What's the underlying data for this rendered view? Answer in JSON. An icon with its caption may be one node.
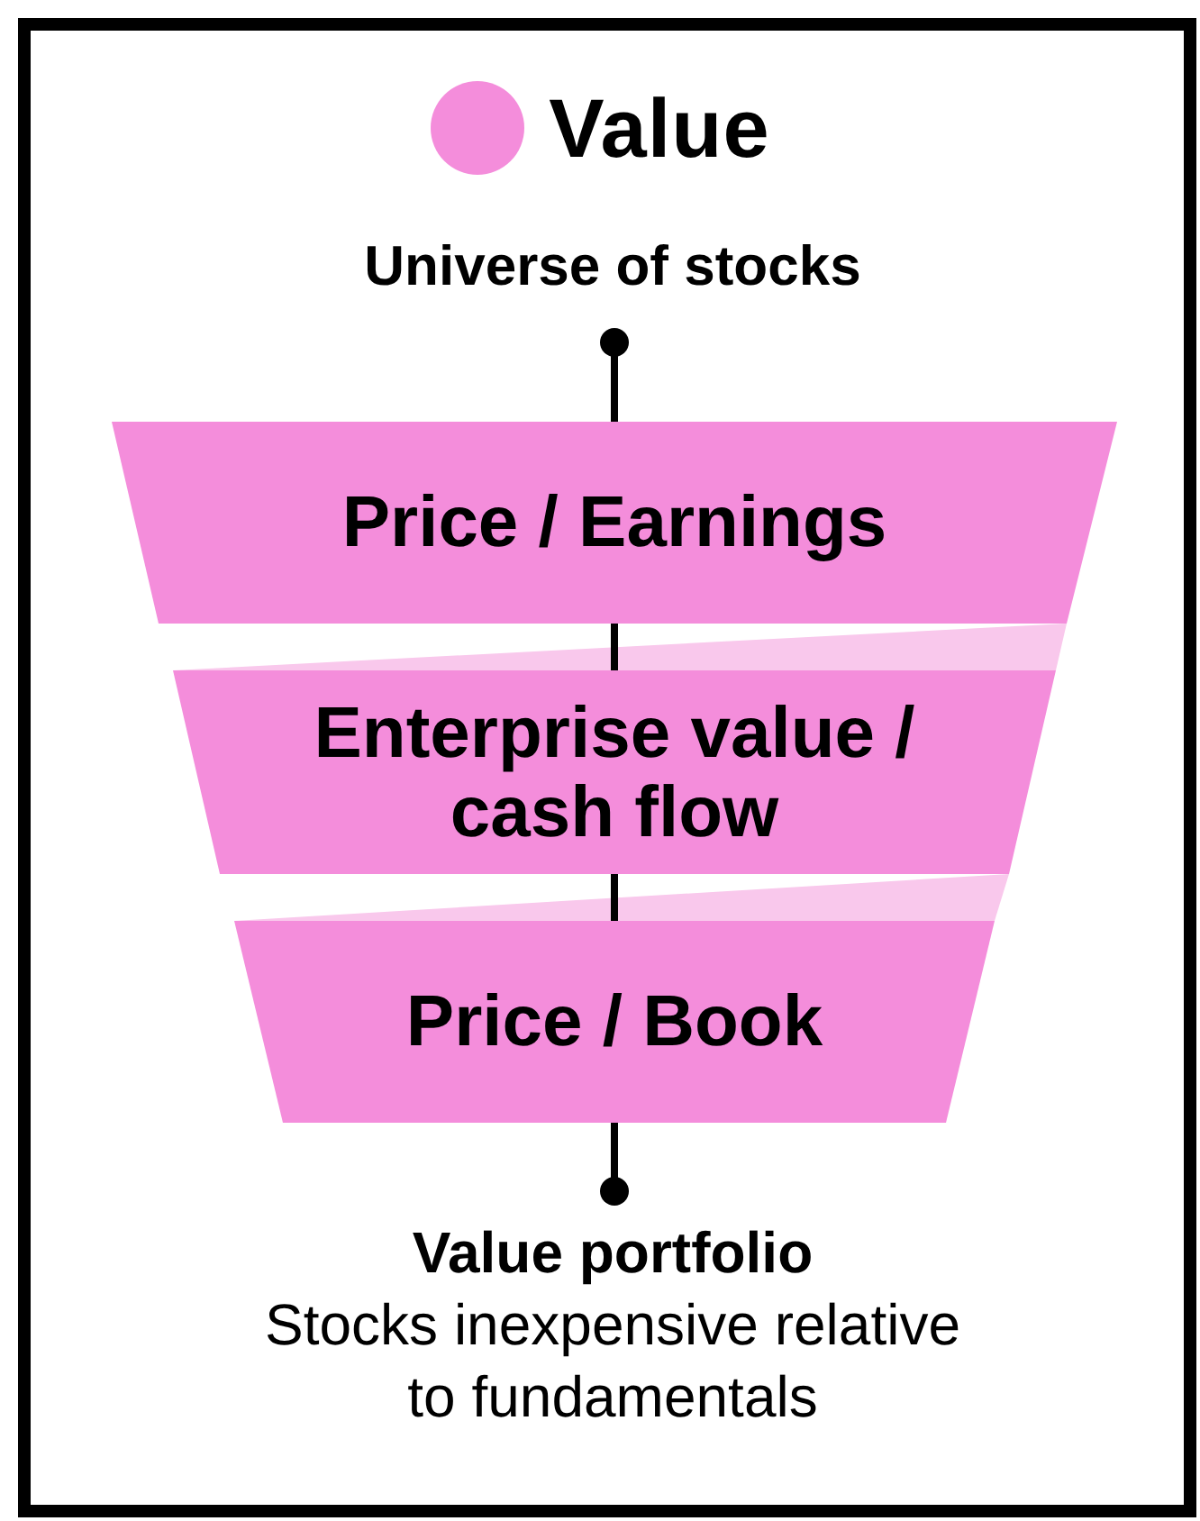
{
  "diagram": {
    "title": "Value",
    "nodes": [
      {
        "text": [
          "Universe of stocks"
        ]
      },
      {
        "text": [
          "Price / Earnings"
        ]
      },
      {
        "text": [
          "Enterprise value / cash flow"
        ]
      },
      {
        "text": [
          "Price / Book"
        ]
      },
      {
        "text": [
          "Value portfolio",
          "Stocks inexpensive relative to fundamentals"
        ]
      }
    ],
    "edges": [
      {
        "from": 1,
        "to": 0,
        "arrow": "other"
      },
      {
        "from": 1,
        "to": 2,
        "arrow": "none"
      },
      {
        "from": 2,
        "to": 3,
        "arrow": "none"
      },
      {
        "from": 3,
        "to": 4,
        "arrow": "other"
      }
    ]
  }
}
